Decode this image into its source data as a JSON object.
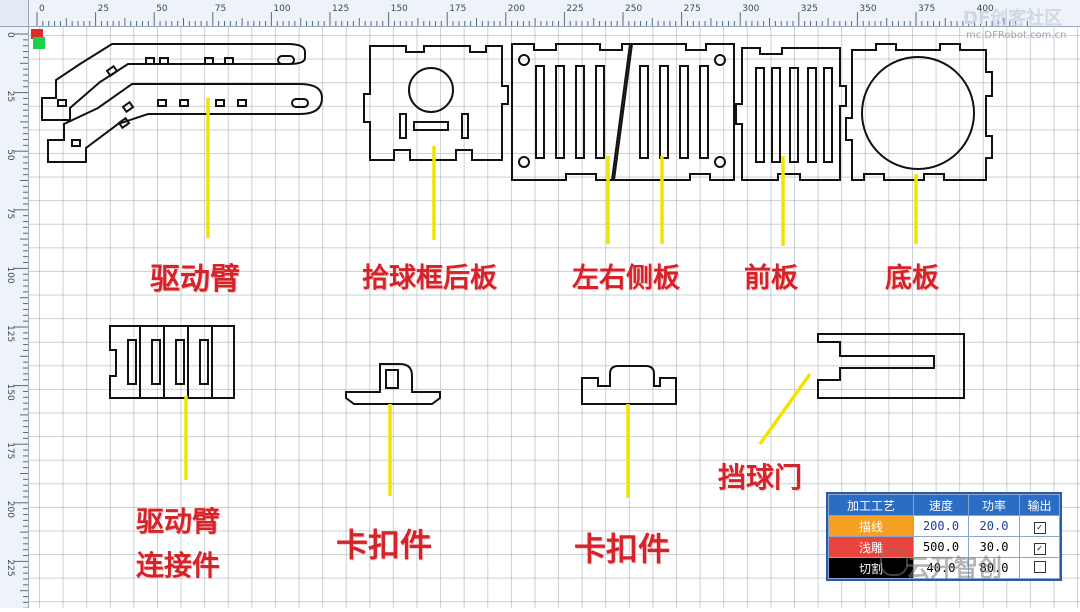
{
  "ruler": {
    "top_ticks": [
      "0",
      "25",
      "50",
      "75",
      "100",
      "125",
      "150",
      "175",
      "200",
      "225",
      "250",
      "275",
      "300",
      "325",
      "350",
      "375",
      "400"
    ],
    "left_ticks": [
      "0",
      "25",
      "50",
      "75",
      "100",
      "125",
      "150",
      "175",
      "200",
      "225"
    ]
  },
  "labels": {
    "drive_arm": "驱动臂",
    "pickup_back_plate": "拾球框后板",
    "side_plates": "左右侧板",
    "front_plate": "前板",
    "bottom_plate": "底板",
    "drive_arm_connector_line1": "驱动臂",
    "drive_arm_connector_line2": "连接件",
    "clip_part_1": "卡扣件",
    "clip_part_2": "卡扣件",
    "ball_gate": "挡球门"
  },
  "params_table": {
    "headers": [
      "加工工艺",
      "速度",
      "功率",
      "输出"
    ],
    "rows": [
      {
        "process": "描线",
        "speed": "200.0",
        "power": "20.0",
        "output": "✓",
        "color": "#f5a020"
      },
      {
        "process": "浅雕",
        "speed": "500.0",
        "power": "30.0",
        "output": "✓",
        "color": "#e8463c"
      },
      {
        "process": "切割",
        "speed": "40.0",
        "power": "80.0",
        "output": "",
        "color": "#000000"
      }
    ]
  },
  "watermark": {
    "brand": "DF创客社区",
    "url": "mc.DFRobot.com.cn",
    "account": "云开智创"
  },
  "colors": {
    "label_red": "#d6232a",
    "pointer_yellow": "#f2e300",
    "table_header_blue": "#2b6cc4"
  }
}
